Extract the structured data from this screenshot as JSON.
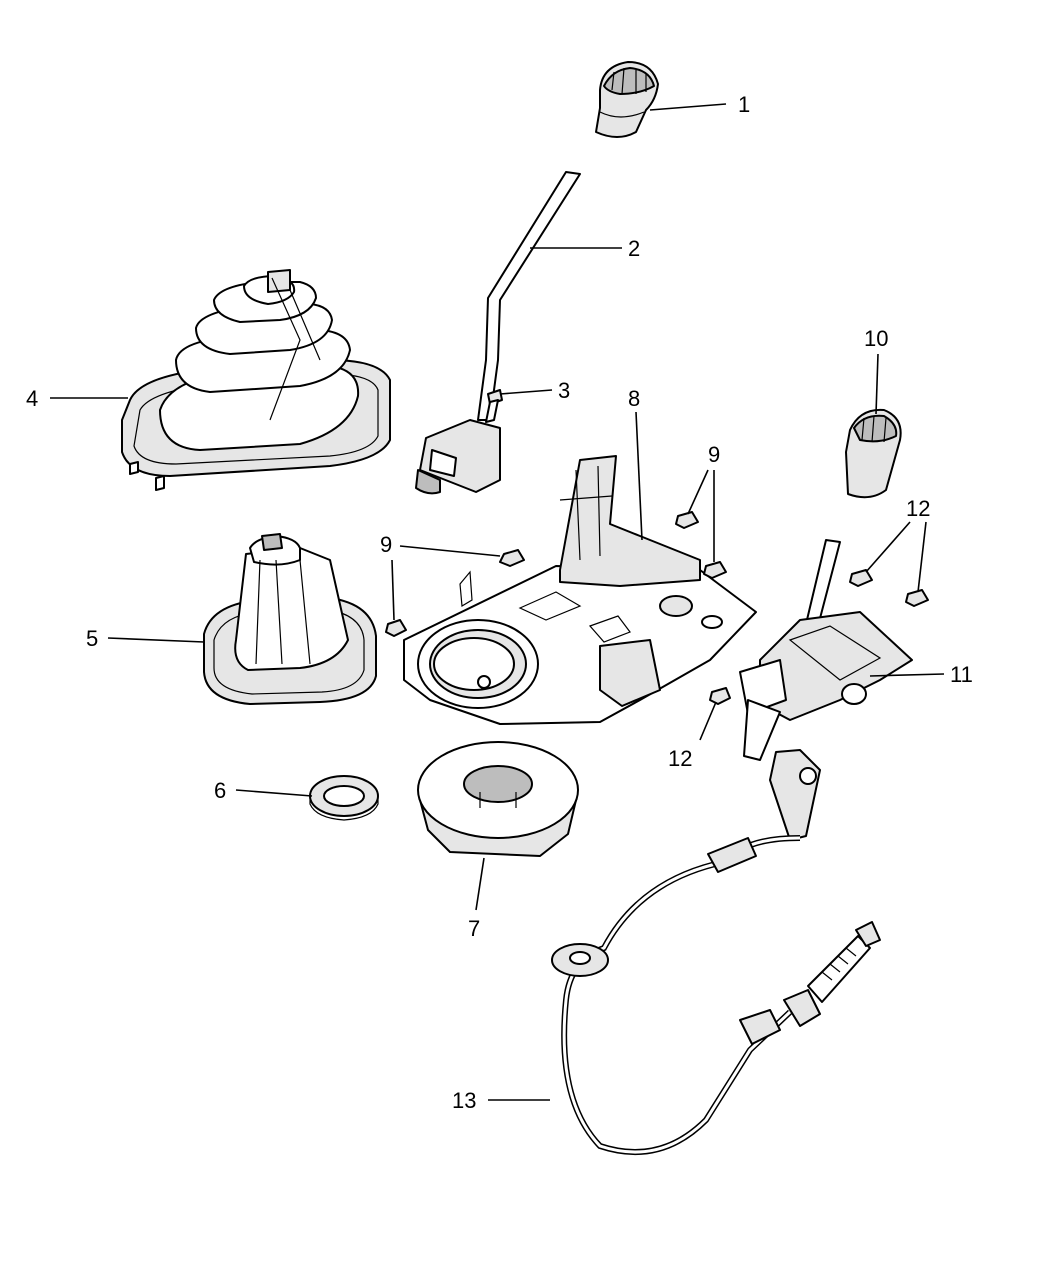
{
  "diagram": {
    "description_type": "exploded parts diagram - gearshift assembly",
    "callouts": [
      {
        "id": "c1",
        "label": "1"
      },
      {
        "id": "c2",
        "label": "2"
      },
      {
        "id": "c3",
        "label": "3"
      },
      {
        "id": "c4",
        "label": "4"
      },
      {
        "id": "c5",
        "label": "5"
      },
      {
        "id": "c6",
        "label": "6"
      },
      {
        "id": "c7",
        "label": "7"
      },
      {
        "id": "c8",
        "label": "8"
      },
      {
        "id": "c9a",
        "label": "9"
      },
      {
        "id": "c9b",
        "label": "9"
      },
      {
        "id": "c10",
        "label": "10"
      },
      {
        "id": "c11",
        "label": "11"
      },
      {
        "id": "c12a",
        "label": "12"
      },
      {
        "id": "c12b",
        "label": "12"
      },
      {
        "id": "c13",
        "label": "13"
      }
    ]
  }
}
